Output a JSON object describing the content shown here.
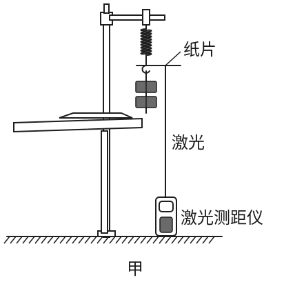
{
  "labels": {
    "paper": "纸片",
    "laser": "激光",
    "rangefinder": "激光测距仪",
    "caption": "甲"
  }
}
